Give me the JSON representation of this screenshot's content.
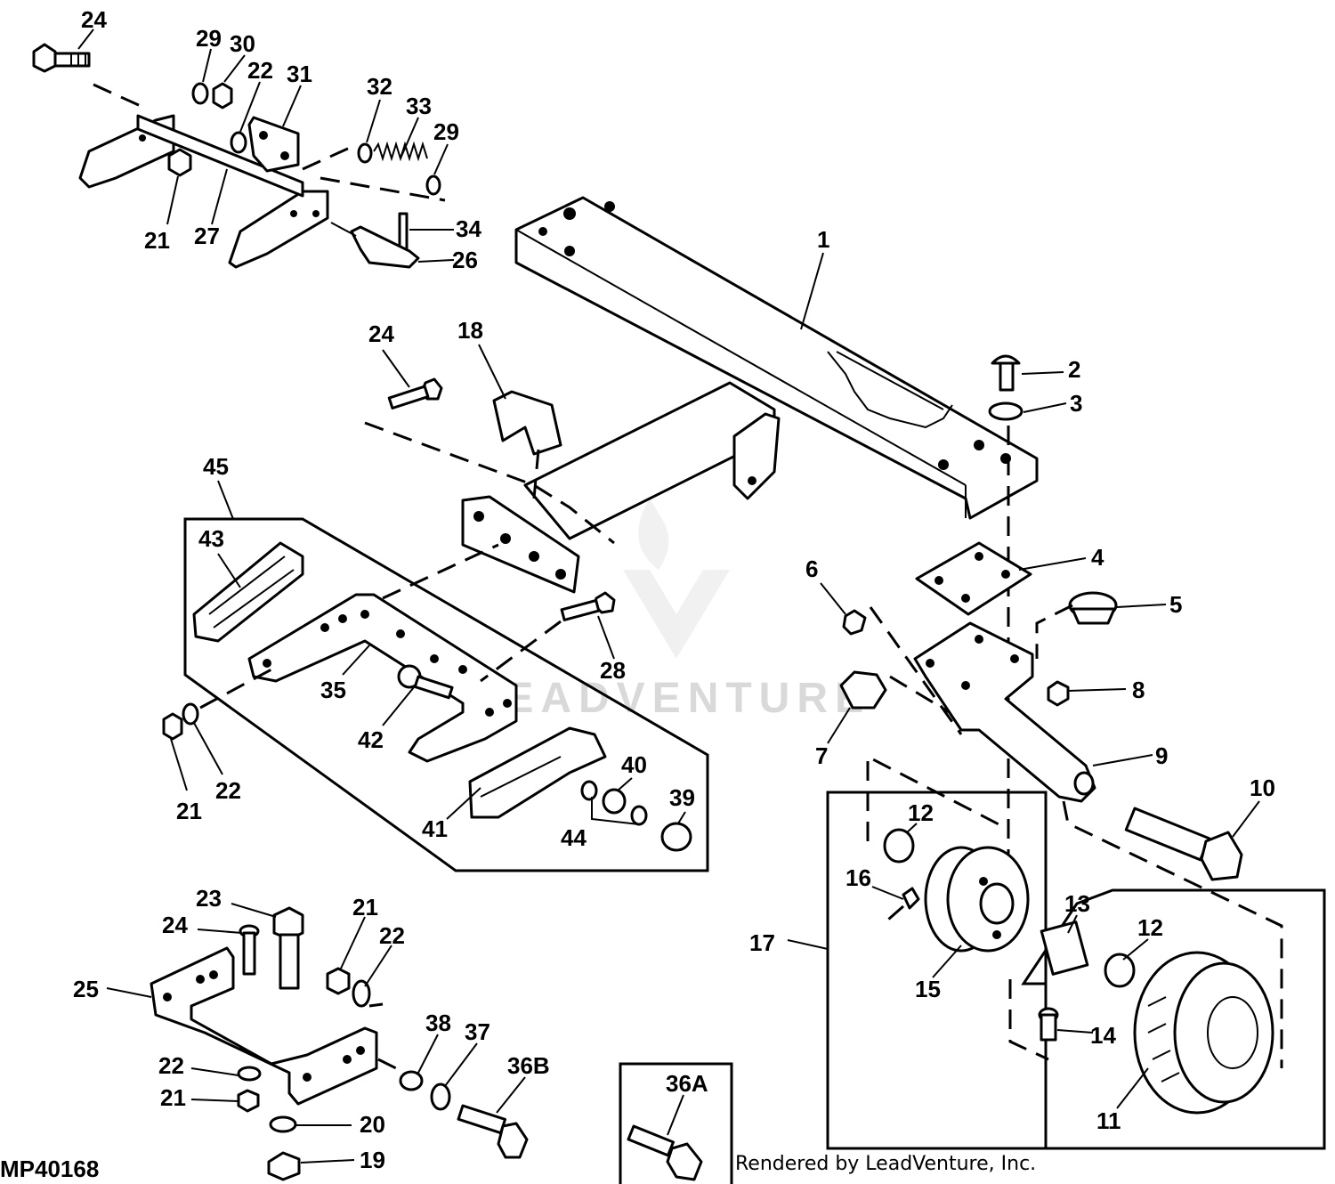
{
  "diagram": {
    "figure_id": "MP40168",
    "credit": "Rendered by LeadVenture, Inc.",
    "watermark": "LEADVENTURE",
    "callouts": [
      "24",
      "29",
      "30",
      "22",
      "31",
      "32",
      "33",
      "29",
      "21",
      "27",
      "34",
      "26",
      "1",
      "24",
      "18",
      "2",
      "3",
      "45",
      "43",
      "4",
      "6",
      "5",
      "28",
      "35",
      "8",
      "42",
      "7",
      "9",
      "21",
      "22",
      "40",
      "39",
      "41",
      "44",
      "10",
      "12",
      "16",
      "13",
      "12",
      "17",
      "15",
      "14",
      "11",
      "23",
      "24",
      "21",
      "22",
      "25",
      "38",
      "37",
      "36B",
      "22",
      "21",
      "20",
      "19",
      "36A"
    ]
  }
}
